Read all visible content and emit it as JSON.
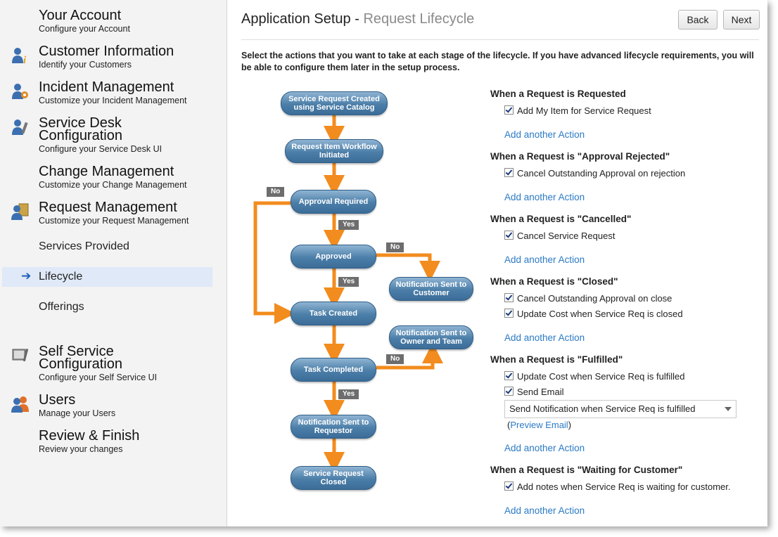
{
  "sidebar": {
    "items": [
      {
        "title": "Your Account",
        "subtitle": "Configure your Account"
      },
      {
        "title": "Customer Information",
        "subtitle": "Identify your Customers"
      },
      {
        "title": "Incident Management",
        "subtitle": "Customize your Incident Management"
      },
      {
        "title": "Service Desk",
        "title2": "Configuration",
        "subtitle": "Configure your Service Desk UI"
      },
      {
        "title": "Change Management",
        "subtitle": "Customize your Change Management"
      },
      {
        "title": "Request Management",
        "subtitle": "Customize your Request Management"
      },
      {
        "label": "Services Provided"
      },
      {
        "label": "Lifecycle"
      },
      {
        "label": "Offerings"
      },
      {
        "title": "Self Service",
        "title2": "Configuration",
        "subtitle": "Configure your Self Service UI"
      },
      {
        "title": "Users",
        "subtitle": "Manage your Users"
      },
      {
        "title": "Review & Finish",
        "subtitle": "Review your changes"
      }
    ]
  },
  "header": {
    "title": "Application Setup - ",
    "subtitle": "Request Lifecycle",
    "back_label": "Back",
    "next_label": "Next"
  },
  "intro": "Select the actions that you want to take at each stage of the lifecycle. If you have advanced lifecycle requirements, you will be able to configure them later in the setup process.",
  "flow": {
    "nodes": [
      "Service Request Created using Service Catalog",
      "Request Item Workflow Initiated",
      "Approval Required",
      "Approved",
      "Notification Sent to Customer",
      "Task Created",
      "Notification Sent to Owner and Team",
      "Task Completed",
      "Notification Sent to Requestor",
      "Service Request Closed"
    ],
    "tags": [
      "No",
      "Yes",
      "No",
      "Yes",
      "No",
      "Yes"
    ]
  },
  "rules": [
    {
      "heading": "When a Request is Requested",
      "actions": [
        "Add My Item for Service Request"
      ],
      "add": "Add another Action"
    },
    {
      "heading": "When a Request is \"Approval Rejected\"",
      "actions": [
        "Cancel Outstanding Approval on rejection"
      ],
      "add": "Add another Action"
    },
    {
      "heading": "When a Request is \"Cancelled\"",
      "actions": [
        "Cancel Service Request"
      ],
      "add": "Add another Action"
    },
    {
      "heading": "When a Request is \"Closed\"",
      "actions": [
        "Cancel Outstanding Approval on close",
        "Update Cost when Service Req is closed"
      ],
      "add": "Add another Action"
    },
    {
      "heading": "When a Request is \"Fulfilled\"",
      "actions": [
        "Update Cost when Service Req is fulfilled",
        "Send Email"
      ],
      "select": "Send Notification when Service Req is fulfilled",
      "preview_open": "(",
      "preview": "Preview Email",
      "preview_close": ")",
      "add": "Add another Action"
    },
    {
      "heading": "When a Request is \"Waiting for Customer\"",
      "actions": [
        "Add notes when Service Req is waiting for customer."
      ],
      "add": "Add another Action"
    }
  ],
  "colors": {
    "accent": "#2b7ac5",
    "arrow": "#f28c1e",
    "node": "#4b7ea8",
    "active_bg": "#dfe9f7"
  }
}
